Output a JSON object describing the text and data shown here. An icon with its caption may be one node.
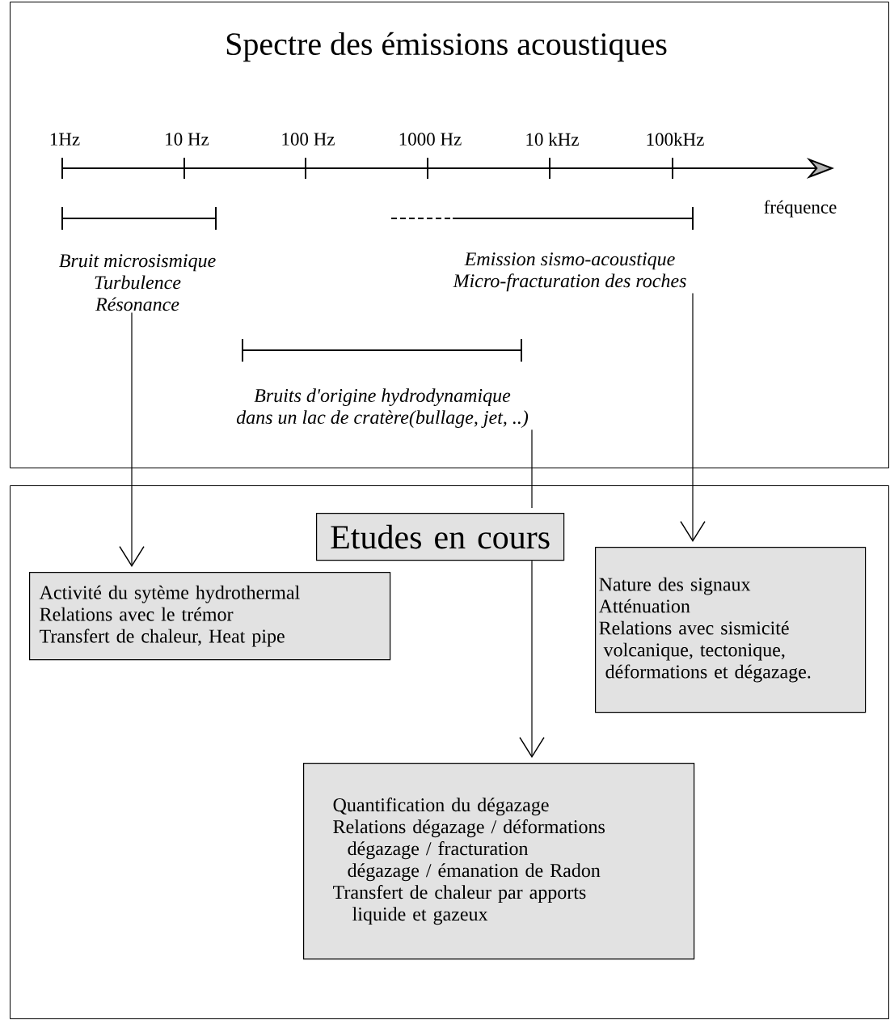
{
  "diagram": {
    "title": "Spectre des émissions acoustiques",
    "nodes": [
      {
        "text": [],
        "shape": "box"
      },
      {
        "text": [],
        "shape": "box"
      },
      {
        "text": [
          "Bruit microsismique",
          "Turbulence",
          "Résonance"
        ],
        "in": 0
      },
      {
        "text": [
          "Emission sismo-acoustique",
          "Micro-fracturation des roches"
        ],
        "in": 0
      },
      {
        "text": [
          "Bruits d'origine hydrodynamique",
          "dans un lac de cratère(bullage, jet, ..)"
        ],
        "in": 0
      },
      {
        "text": [
          "Etudes en cours"
        ],
        "in": 1
      },
      {
        "text": [
          "Activité du sytème hydrothermal",
          "Relations avec le trémor",
          "Transfert de chaleur, Heat pipe"
        ],
        "in": 1
      },
      {
        "text": [
          "Nature des signaux",
          "Atténuation",
          "Relations avec sismicité",
          "volcanique, tectonique,",
          "déformations et dégazage."
        ],
        "in": 1
      },
      {
        "text": [
          "Quantification du dégazage",
          "Relations dégazage / déformations",
          "dégazage / fracturation",
          "dégazage / émanation de Radon",
          "Transfert de chaleur par apports",
          "liquide et gazeux"
        ],
        "in": 1
      }
    ],
    "edges": [
      {
        "from": 2,
        "to": 6,
        "arrow": "to"
      },
      {
        "from": 3,
        "to": 7,
        "arrow": "to"
      },
      {
        "from": 4,
        "to": 5,
        "arrow": "none"
      },
      {
        "from": 5,
        "to": 8,
        "arrow": "to"
      }
    ],
    "labels": [
      "1Hz",
      "10 Hz",
      "100 Hz",
      "1000 Hz",
      "10 kHz",
      "100kHz",
      "fréquence"
    ]
  }
}
